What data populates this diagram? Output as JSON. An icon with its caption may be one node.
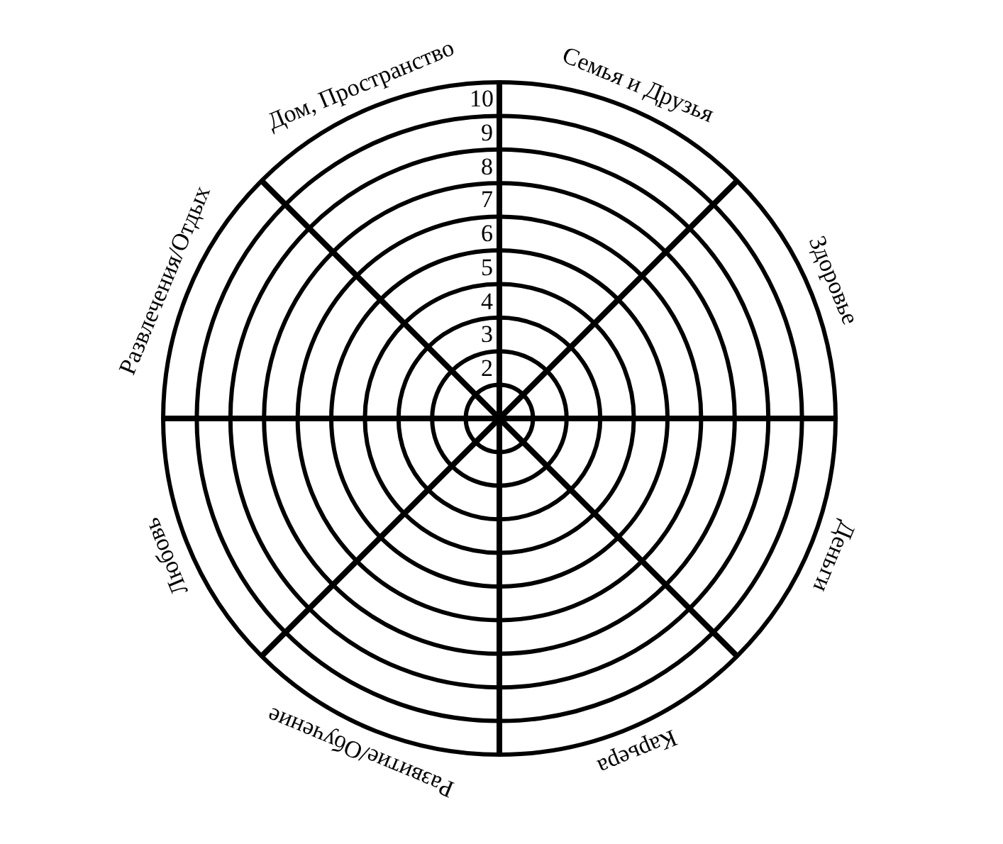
{
  "diagram": {
    "labels": [
      "10",
      "9",
      "8",
      "7",
      "6",
      "5",
      "4",
      "3",
      "2",
      "Дом, Пространство",
      "Семья и Друзья",
      "Здоровье",
      "Деньги",
      "Карьера",
      "Развитие/Обучение",
      "Любовь",
      "Развлечения/Отдых"
    ]
  }
}
